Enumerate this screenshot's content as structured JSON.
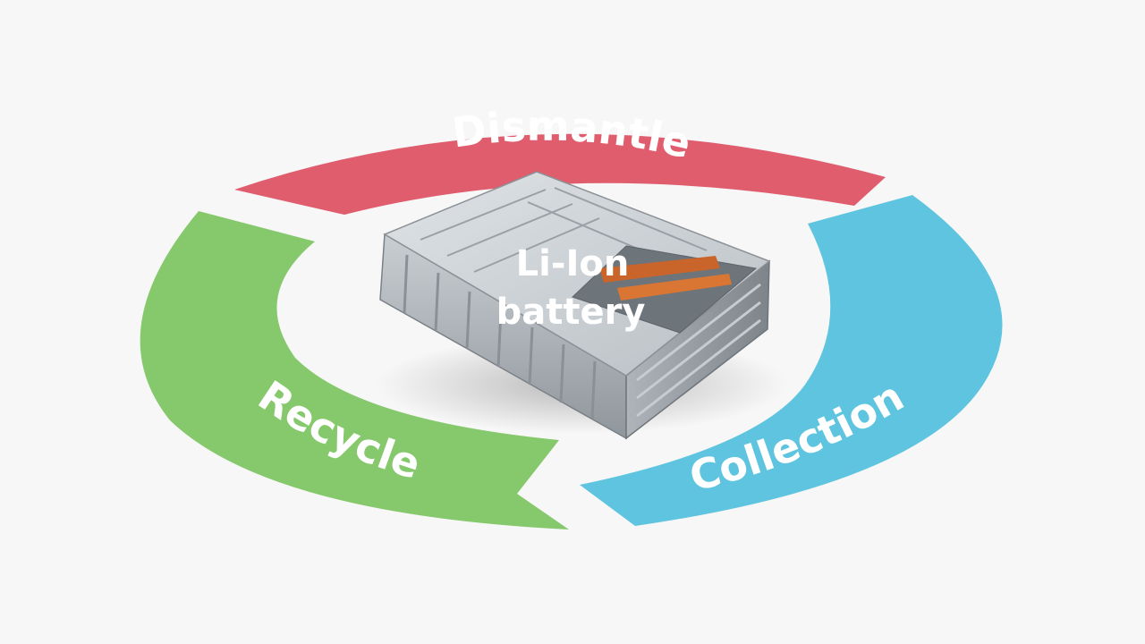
{
  "diagram": {
    "center": {
      "line1": "Li-Ion",
      "line2": "battery",
      "icon": "battery-pack-icon"
    },
    "stages": [
      {
        "id": "dismantle",
        "label": "Dismantle",
        "color": "#e05d6e"
      },
      {
        "id": "collection",
        "label": "Collection",
        "color": "#5ec4df"
      },
      {
        "id": "recycle",
        "label": "Recycle",
        "color": "#86c86c"
      }
    ]
  }
}
